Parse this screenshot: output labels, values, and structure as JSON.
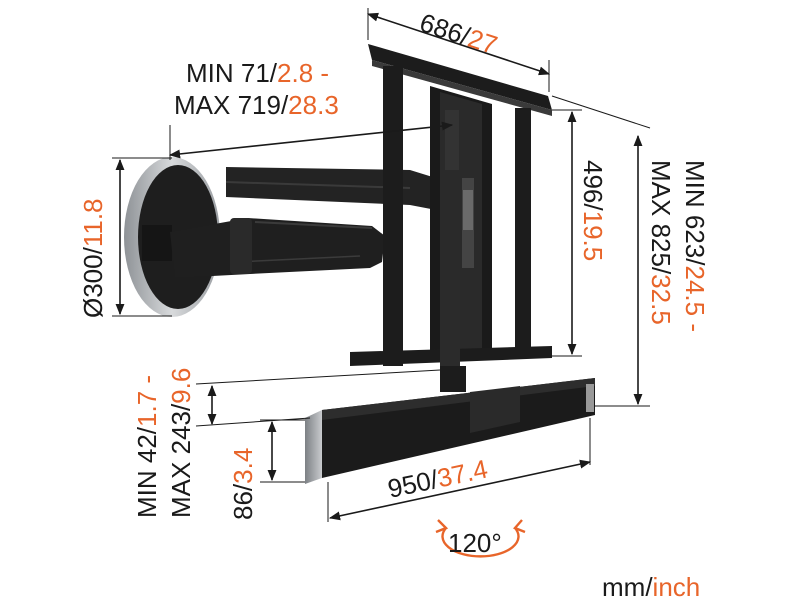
{
  "colors": {
    "text": "#1a1a1a",
    "accent": "#e8652a",
    "mount": "#1c1c1c",
    "steel": "#b9bcc0"
  },
  "dimensions": {
    "top_width": {
      "mm": "686/",
      "inch": "27"
    },
    "arm_reach_min": {
      "mm": "MIN 71/",
      "inch": "2.8 -"
    },
    "arm_reach_max": {
      "mm": "MAX 719/",
      "inch": "28.3"
    },
    "wall_plate": {
      "mm": "Ø300/",
      "inch": "11.8"
    },
    "frame_height": {
      "mm": "496/",
      "inch": "19.5"
    },
    "total_height_min": {
      "mm": "MIN 623/",
      "inch": "24.5 -"
    },
    "total_height_max": {
      "mm": "MAX 825/",
      "inch": "32.5"
    },
    "soundbar_offset_min": {
      "mm": "MIN 42/",
      "inch": "1.7 -"
    },
    "soundbar_offset_max": {
      "mm": "MAX 243/",
      "inch": "9.6"
    },
    "soundbar_height": {
      "mm": "86/",
      "inch": "3.4"
    },
    "soundbar_width": {
      "mm": "950/",
      "inch": "37.4"
    },
    "rotation": "120°"
  },
  "units": {
    "mm": "mm/",
    "inch": "inch"
  },
  "icons": {
    "rotation": "rotate-arrows-icon",
    "mount": "tv-wall-mount-illustration"
  }
}
